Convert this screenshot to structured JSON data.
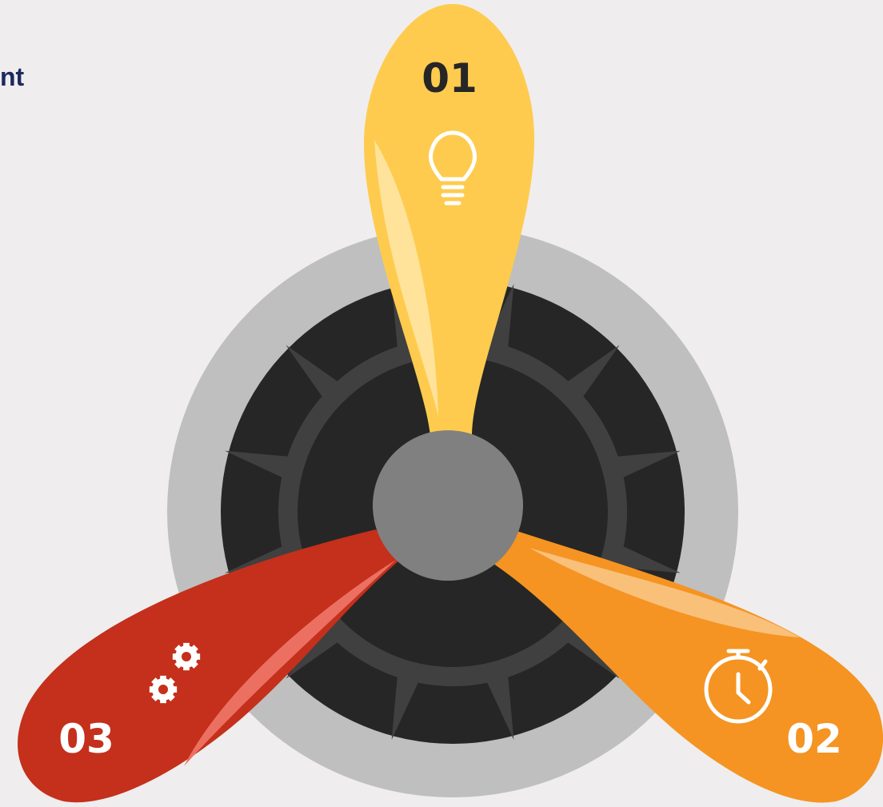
{
  "heading_fragment": "nt",
  "blades": [
    {
      "number": "01",
      "icon": "lightbulb-icon",
      "color": "#fecb4e",
      "highlight": "#ffe39a",
      "text_color": "#262626"
    },
    {
      "number": "02",
      "icon": "stopwatch-icon",
      "color": "#f59422",
      "highlight": "#f9c07a",
      "text_color": "#ffffff"
    },
    {
      "number": "03",
      "icon": "gears-icon",
      "color": "#c4301b",
      "highlight": "#ec7062",
      "text_color": "#ffffff"
    }
  ],
  "colors": {
    "background": "#efedee",
    "outer_ring": "#bfbfbf",
    "engine_body": "#262626",
    "engine_detail": "#404040",
    "hub": "#808080"
  }
}
